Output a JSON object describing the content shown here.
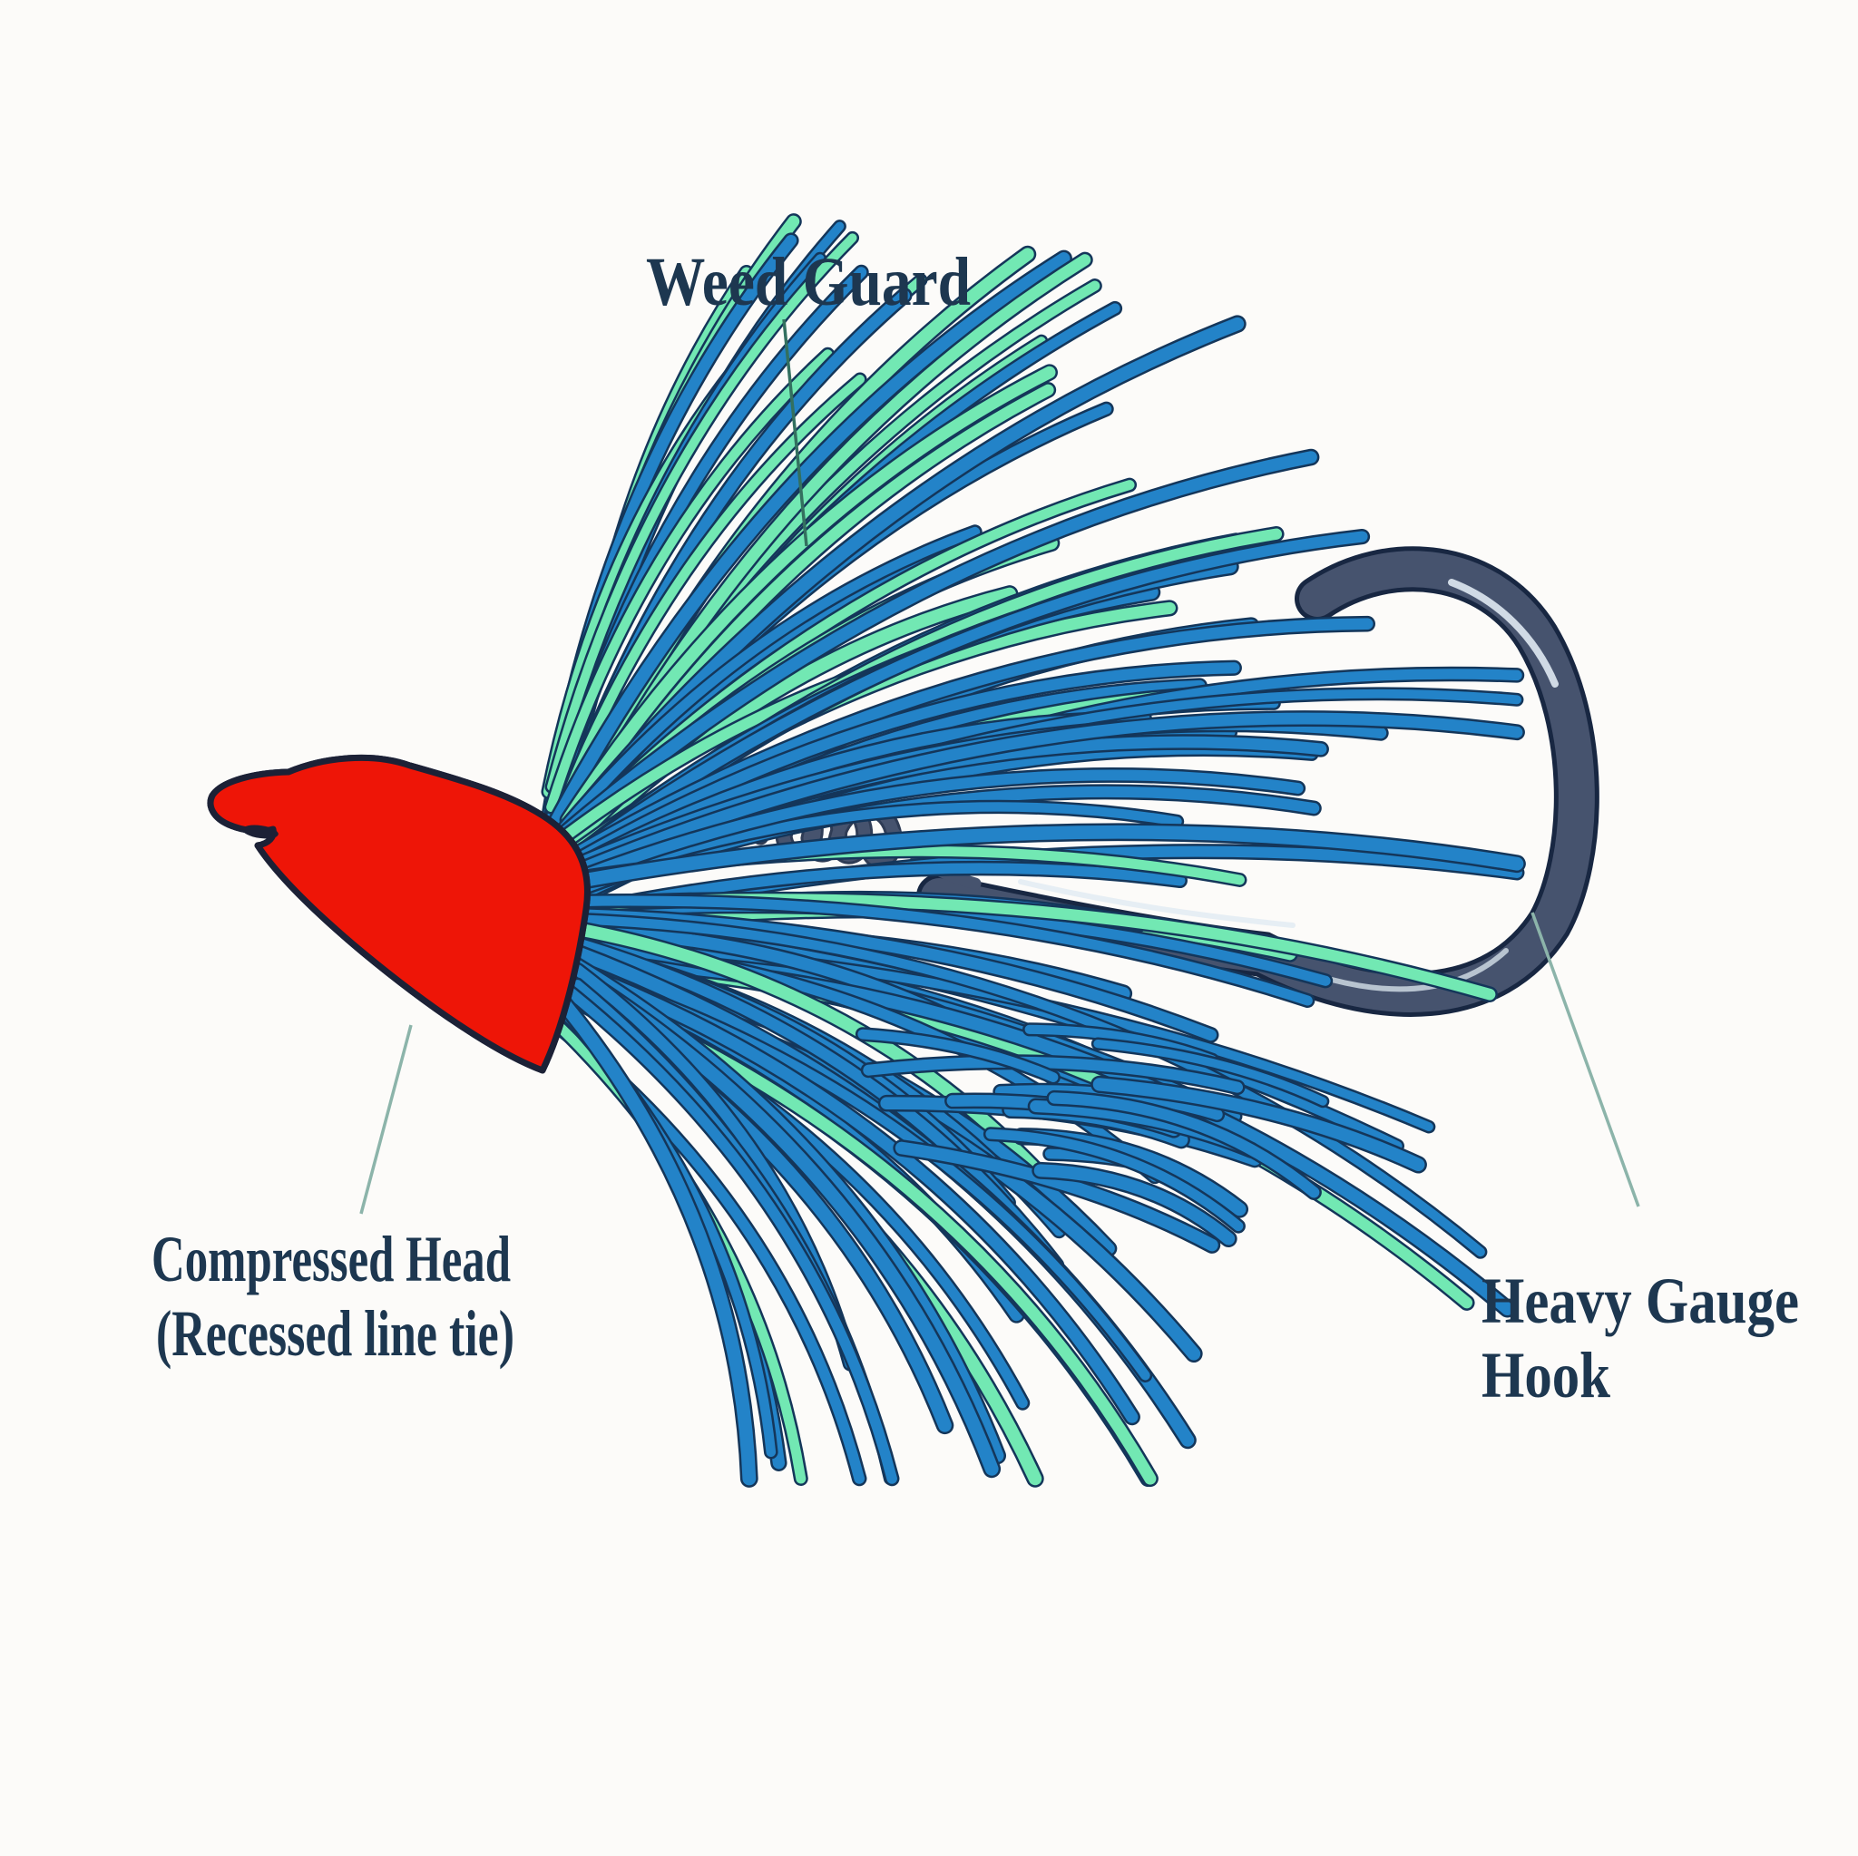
{
  "figure": {
    "background": "#fcfbf9",
    "labels": {
      "weed_guard": "Weed Guard",
      "compressed_head_line1": "Compressed Head",
      "compressed_head_line2": "(Recessed line tie)",
      "heavy_gauge_line1": "Heavy Gauge",
      "heavy_gauge_line2": "Hook"
    },
    "colors": {
      "background": "#fcfbf9",
      "head_red": "#ee1507",
      "head_shadow": "#9e120e",
      "outline_navy": "#1c2136",
      "strand_blue": "#2383c8",
      "strand_mint": "#72e8b3",
      "strand_outline": "#14365a",
      "hook_slate": "#46536e",
      "hook_outline": "#182742",
      "hook_highlight": "#dfe9f2",
      "label_text": "#1d3750",
      "leader_dark_teal": "#33705f",
      "leader_light_teal": "#8cb4aa"
    }
  }
}
